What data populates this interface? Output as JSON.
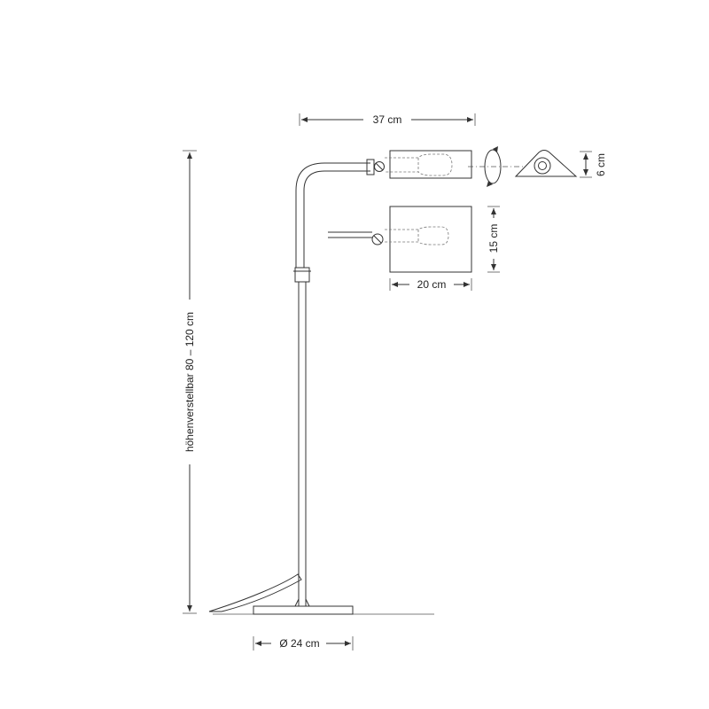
{
  "labels": {
    "width_total": "37 cm",
    "head_height": "6 cm",
    "shade_height": "15 cm",
    "shade_width": "20 cm",
    "height_adjustable": "höhenverstellbar 80 – 120 cm",
    "base_diameter": "Ø 24 cm"
  },
  "colors": {
    "line": "#333333",
    "background": "#ffffff"
  }
}
